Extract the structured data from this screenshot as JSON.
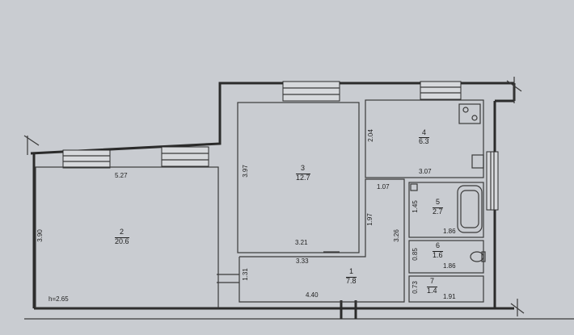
{
  "rooms": [
    {
      "number": "2",
      "area": "20.6"
    },
    {
      "number": "3",
      "area": "12.7"
    },
    {
      "number": "4",
      "area": "6.3"
    },
    {
      "number": "1",
      "area": "7.8"
    },
    {
      "number": "5",
      "area": "2.7"
    },
    {
      "number": "6",
      "area": "1.6"
    },
    {
      "number": "7",
      "area": "1.4"
    }
  ],
  "dimensions": {
    "room2_width": "5.27",
    "room2_height": "3.90",
    "room3_height": "3.97",
    "room3_width": "3.21",
    "room4_height": "2.04",
    "room4_width": "3.07",
    "corridor_a": "1.07",
    "corridor_b": "1.97",
    "corridor_c": "3.26",
    "corridor_width": "3.33",
    "corridor_length": "4.40",
    "corridor_d": "1.31",
    "room5_height": "1.45",
    "room5_width": "1.86",
    "room6_height": "0.85",
    "room6_width": "1.86",
    "room7_height": "0.73",
    "room7_width": "1.91"
  },
  "ceiling_height": "h=2.65",
  "colors": {
    "background": "#c9ccd1",
    "lines": "#2b2b2b"
  }
}
